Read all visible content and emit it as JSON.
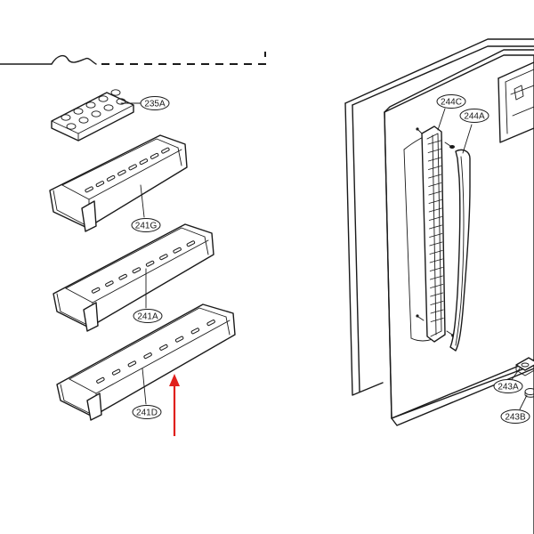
{
  "labels": {
    "egg_tray": "235A",
    "bin_top": "241G",
    "bin_middle": "241A",
    "bin_bottom": "241D",
    "handle_cover": "244C",
    "handle": "244A",
    "hinge_upper": "243A",
    "hinge_lower": "243B"
  },
  "colors": {
    "line": "#1a1a1a",
    "arrow": "#e0201c",
    "background": "#ffffff"
  }
}
